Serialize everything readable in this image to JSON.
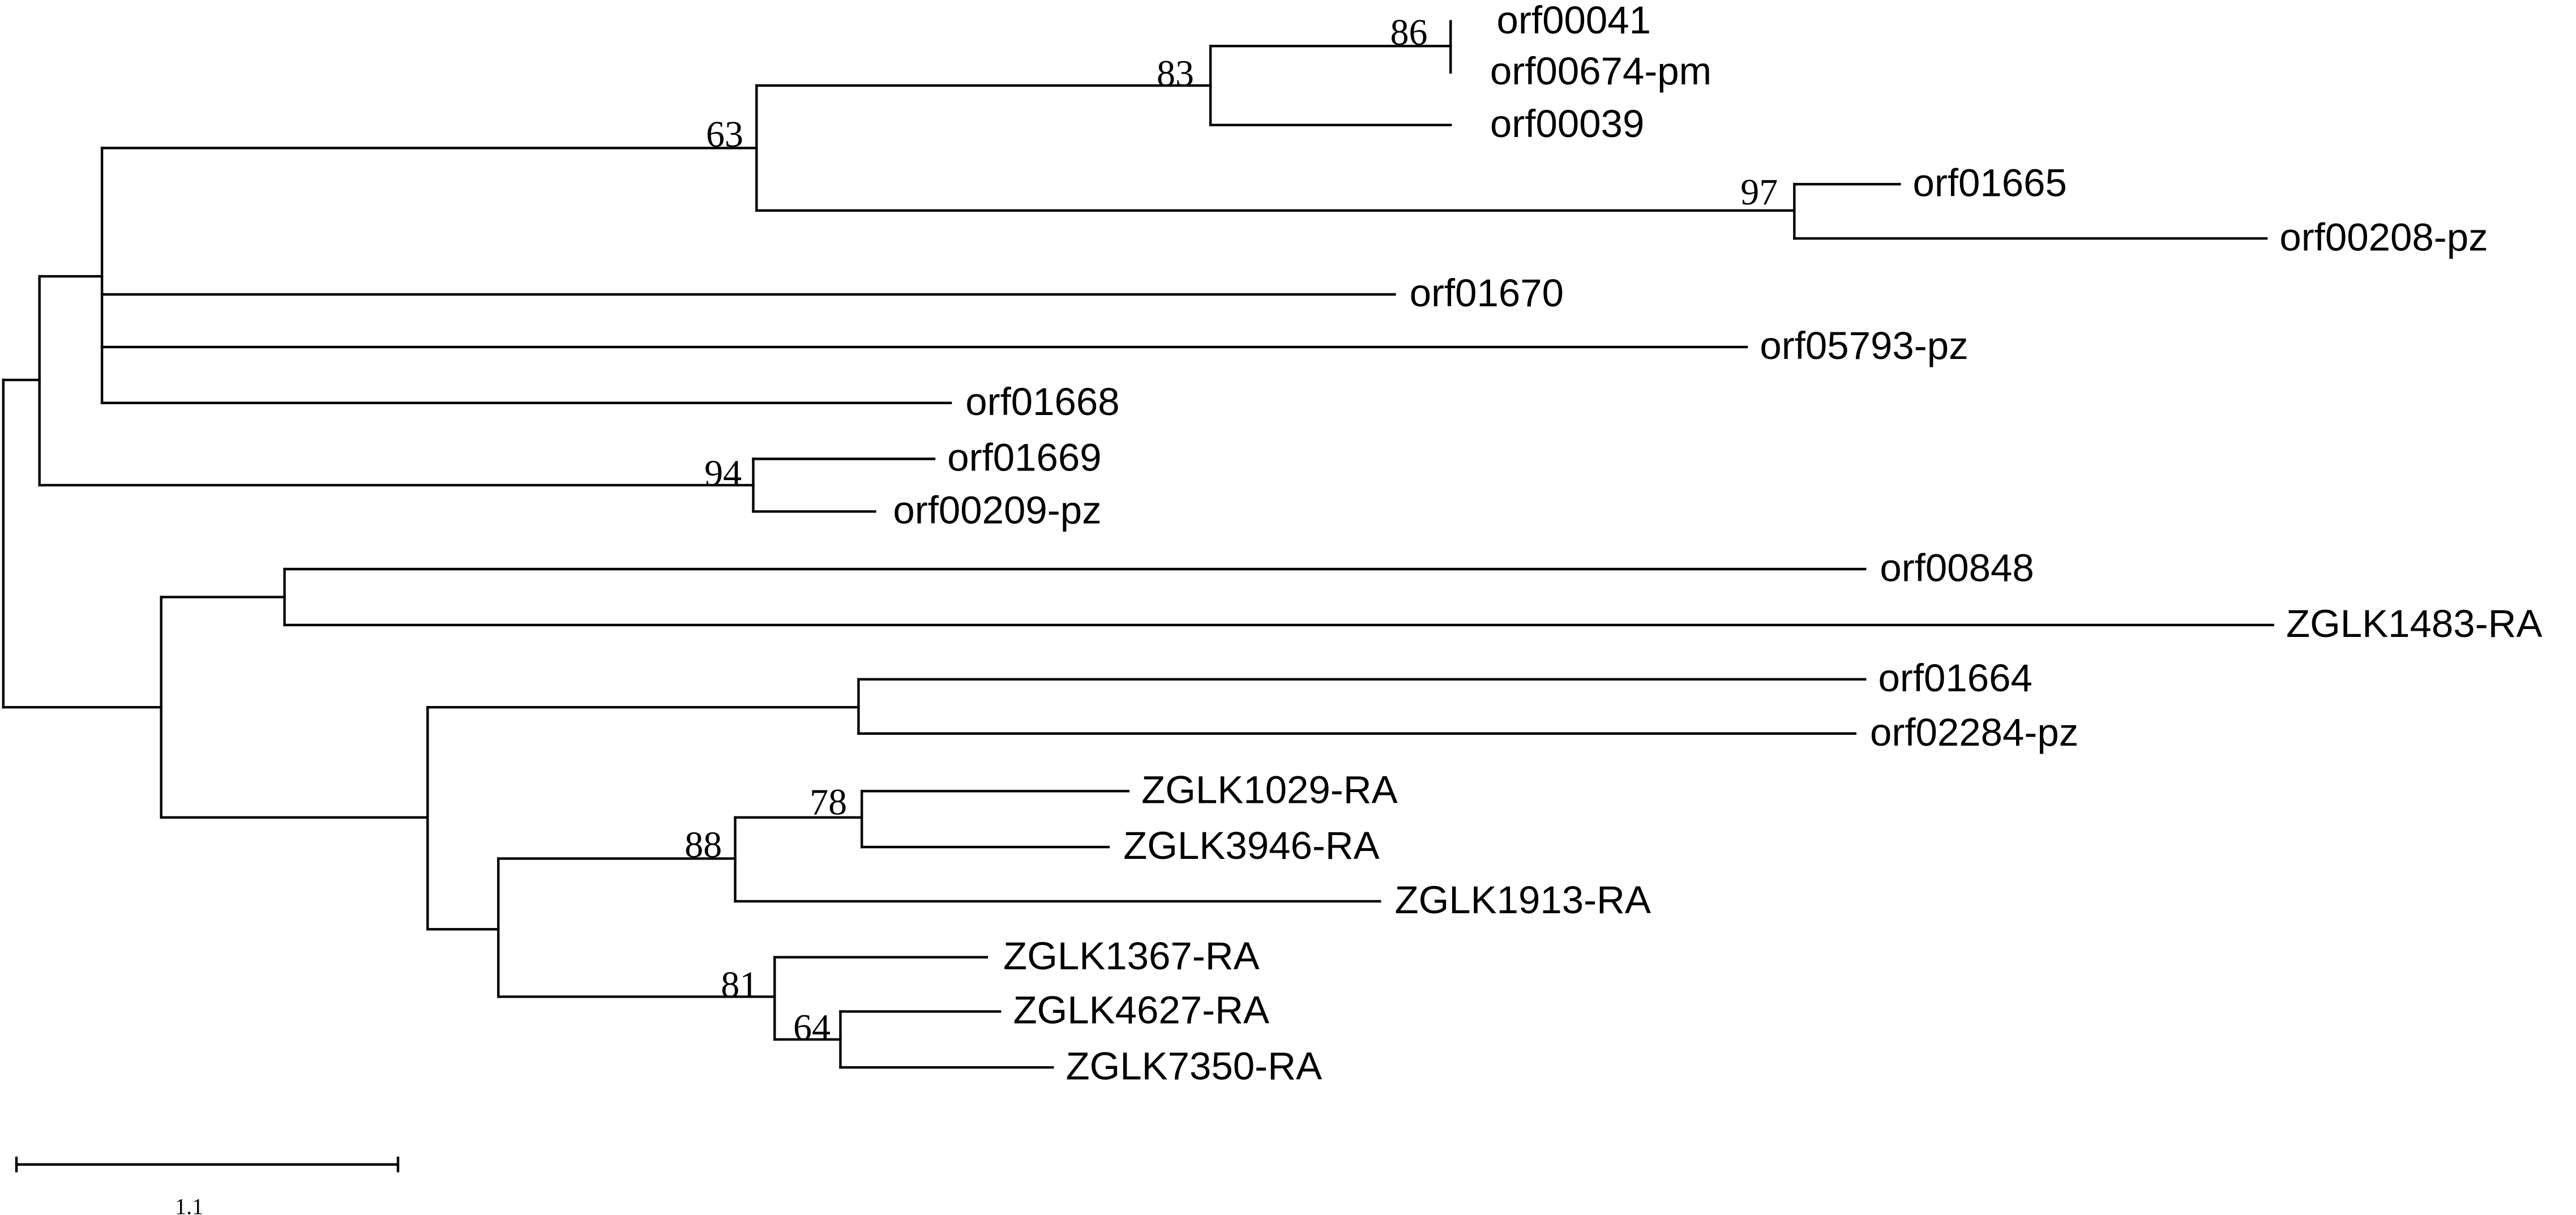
{
  "tree": {
    "leaves": [
      {
        "id": "l1",
        "label": "orf00041"
      },
      {
        "id": "l2",
        "label": "orf00674-pm"
      },
      {
        "id": "l3",
        "label": "orf00039"
      },
      {
        "id": "l4",
        "label": "orf01665"
      },
      {
        "id": "l5",
        "label": "orf00208-pz"
      },
      {
        "id": "l6",
        "label": "orf01670"
      },
      {
        "id": "l7",
        "label": "orf05793-pz"
      },
      {
        "id": "l8",
        "label": "orf01668"
      },
      {
        "id": "l9",
        "label": "orf01669"
      },
      {
        "id": "l10",
        "label": "orf00209-pz"
      },
      {
        "id": "l11",
        "label": "orf00848"
      },
      {
        "id": "l12",
        "label": "ZGLK1483-RA"
      },
      {
        "id": "l13",
        "label": "orf01664"
      },
      {
        "id": "l14",
        "label": "orf02284-pz"
      },
      {
        "id": "l15",
        "label": "ZGLK1029-RA"
      },
      {
        "id": "l16",
        "label": "ZGLK3946-RA"
      },
      {
        "id": "l17",
        "label": "ZGLK1913-RA"
      },
      {
        "id": "l18",
        "label": "ZGLK1367-RA"
      },
      {
        "id": "l19",
        "label": "ZGLK4627-RA"
      },
      {
        "id": "l20",
        "label": "ZGLK7350-RA"
      }
    ],
    "support_values": [
      {
        "node": "n86",
        "value": "86"
      },
      {
        "node": "n83",
        "value": "83"
      },
      {
        "node": "n63",
        "value": "63"
      },
      {
        "node": "n97",
        "value": "97"
      },
      {
        "node": "n94",
        "value": "94"
      },
      {
        "node": "n78",
        "value": "78"
      },
      {
        "node": "n88",
        "value": "88"
      },
      {
        "node": "n81",
        "value": "81"
      },
      {
        "node": "n64",
        "value": "64"
      }
    ],
    "scale_bar": {
      "label": "1.1"
    }
  }
}
